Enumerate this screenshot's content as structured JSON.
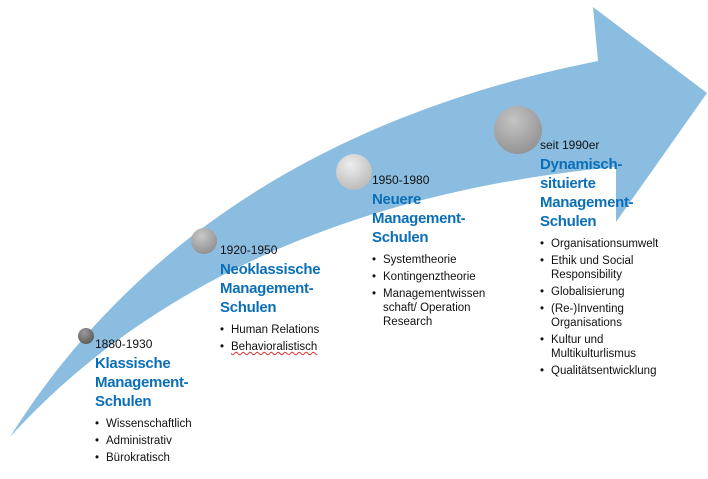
{
  "colors": {
    "arrow": "#8bbde0",
    "title": "#0b6fb8"
  },
  "stages": [
    {
      "period": "1880-1930",
      "title": "Klassische Management-Schulen",
      "items": [
        "Wissenschaftlich",
        "Administrativ",
        "Bürokratisch"
      ]
    },
    {
      "period": "1920-1950",
      "title": "Neoklassische Management-Schulen",
      "items": [
        "Human Relations",
        "Behavioralistisch"
      ]
    },
    {
      "period": "1950-1980",
      "title": "Neuere Management-Schulen",
      "items": [
        "Systemtheorie",
        "Kontingenztheorie",
        "Managementwissen schaft/ Operation Research"
      ]
    },
    {
      "period": "seit 1990er",
      "title": "Dynamisch-situierte Management-Schulen",
      "items": [
        "Organisationsumwelt",
        "Ethik und Social Responsibility",
        "Globalisierung",
        "(Re-)Inventing Organisations",
        "Kultur und Multikulturlismus",
        "Qualitätsentwicklung"
      ]
    }
  ]
}
